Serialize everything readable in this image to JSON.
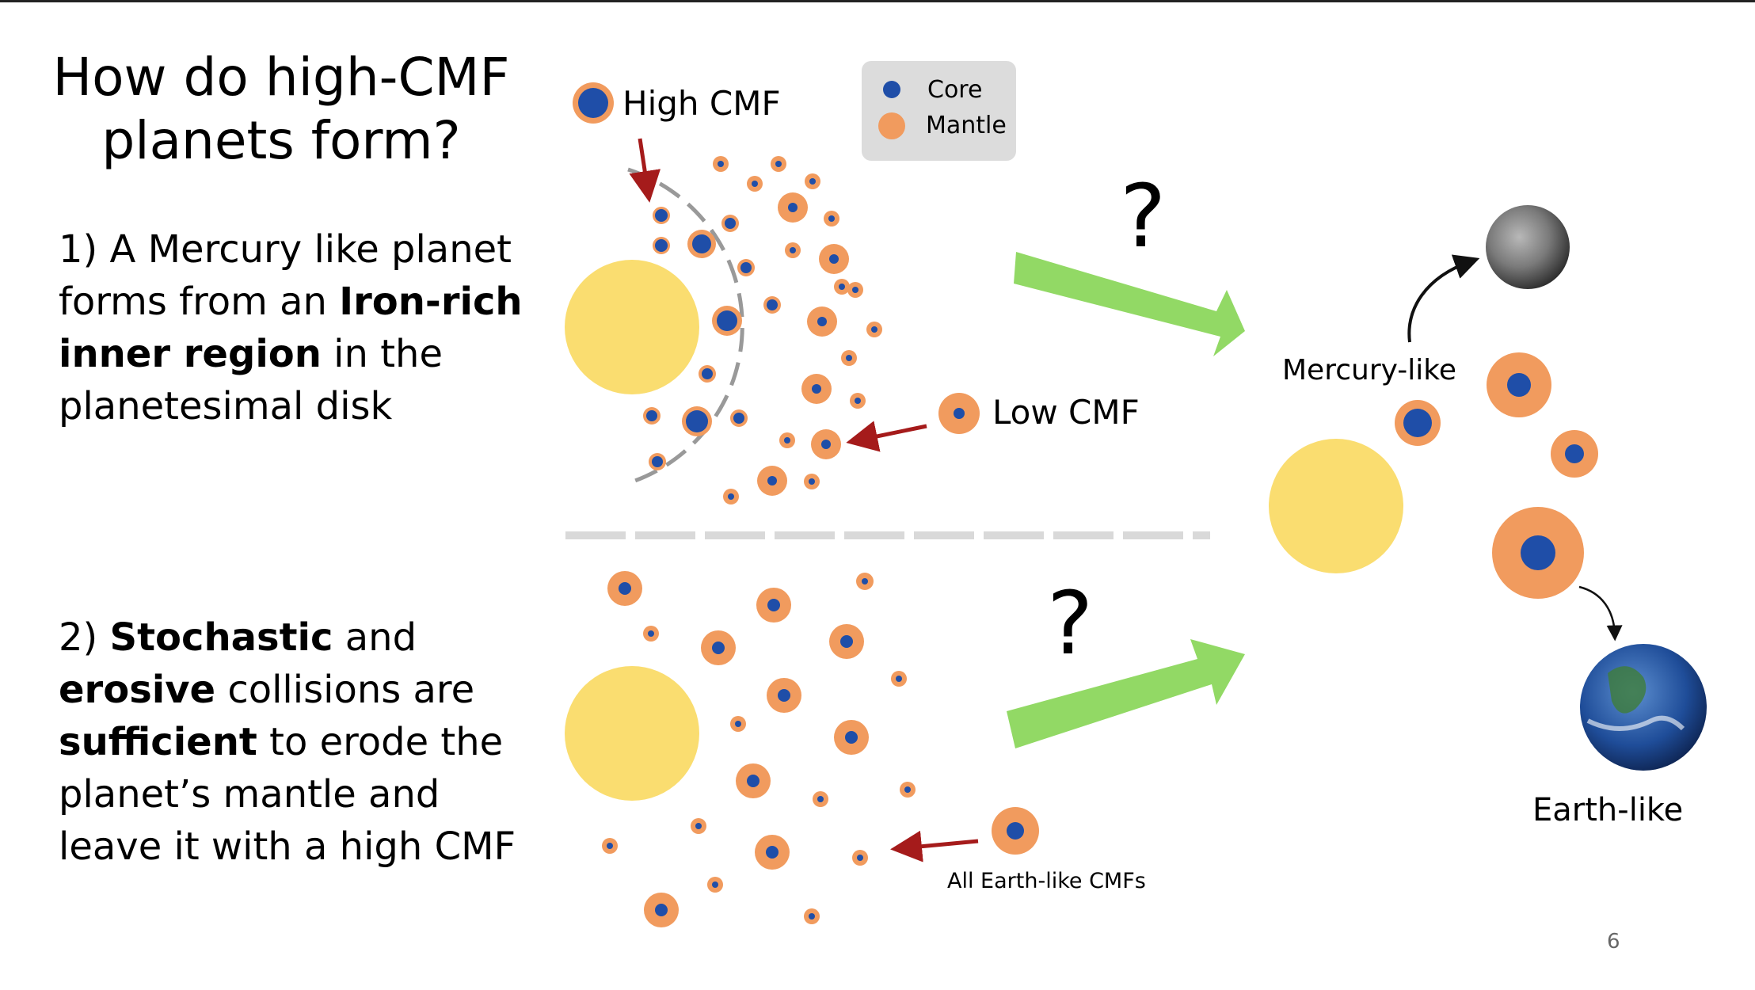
{
  "slide": {
    "title": "How do high-CMF planets form?",
    "page_number": "6"
  },
  "hypothesis1": {
    "lines": [
      {
        "number": "1)",
        "pre": " A Mercury like planet",
        "bold": "",
        "post": ""
      },
      {
        "number": "",
        "pre": "forms from an ",
        "bold": "Iron-rich",
        "post": ""
      },
      {
        "number": "",
        "pre": "",
        "bold": "inner region",
        "post": " in the"
      },
      {
        "number": "",
        "pre": "planetesimal disk",
        "bold": "",
        "post": ""
      }
    ]
  },
  "hypothesis2": {
    "lines": [
      {
        "number": "2)",
        "pre": " ",
        "bold": "Stochastic",
        "post": " and"
      },
      {
        "number": "",
        "pre": "",
        "bold": "erosive",
        "post": " collisions are"
      },
      {
        "number": "",
        "pre": "",
        "bold": "sufficient",
        "post": " to erode the"
      },
      {
        "number": "",
        "pre": "planet’s mantle and",
        "bold": "",
        "post": ""
      },
      {
        "number": "",
        "pre": "leave it with a high CMF",
        "bold": "",
        "post": ""
      }
    ]
  },
  "legend": {
    "core_label": "Core",
    "mantle_label": "Mantle"
  },
  "labels": {
    "high_cmf": "High CMF",
    "low_cmf": "Low CMF",
    "question_top": "?",
    "question_bottom": "?",
    "mercury_like": "Mercury-like",
    "earth_like": "Earth-like",
    "all_earth_like": "All Earth-like CMFs"
  },
  "colors": {
    "core": "#1f4ea8",
    "mantle": "#f19b5e",
    "star": "#fadd70",
    "arrow_green": "#92d965",
    "arrow_red": "#a51b1b",
    "divider": "#d9d9d9",
    "boundary": "#999999"
  }
}
